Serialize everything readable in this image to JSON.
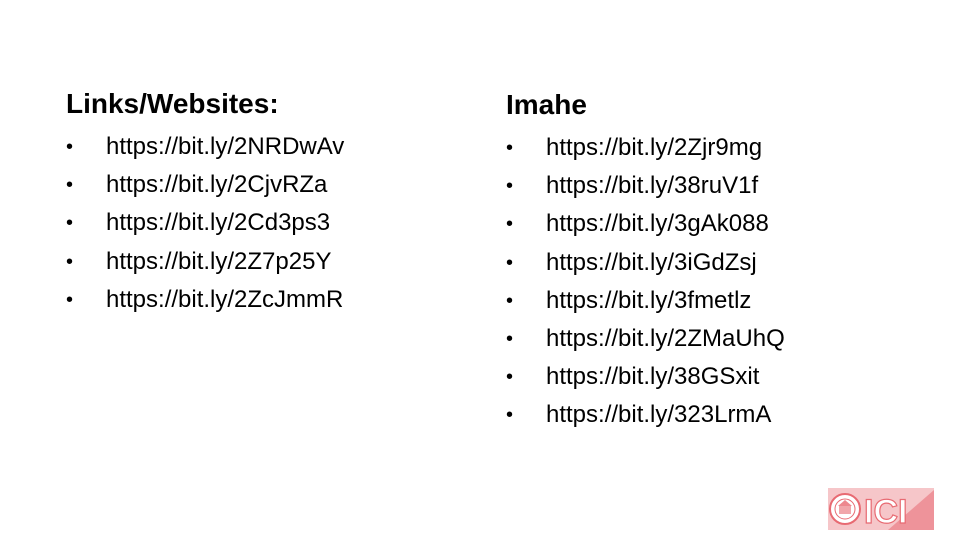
{
  "left": {
    "heading": "Links/Websites:",
    "items": [
      "https://bit.ly/2NRDwAv",
      "https://bit.ly/2CjvRZa",
      "https://bit.ly/2Cd3ps3",
      "https://bit.ly/2Z7p25Y",
      "https://bit.ly/2ZcJmmR"
    ]
  },
  "right": {
    "heading": "Imahe",
    "items": [
      "https://bit.ly/2Zjr9mg",
      "https://bit.ly/38ruV1f",
      "https://bit.ly/3gAk088",
      "https://bit.ly/3iGdZsj",
      "https://bit.ly/3fmetlz",
      "https://bit.ly/2ZMaUhQ",
      "https://bit.ly/38GSxit",
      "https://bit.ly/323LrmA"
    ]
  },
  "bullet": "•",
  "logo": {
    "text": "ICI",
    "colors": {
      "accent": "#e86a72",
      "light": "#f6c6c9"
    },
    "icon": "seal-icon"
  }
}
